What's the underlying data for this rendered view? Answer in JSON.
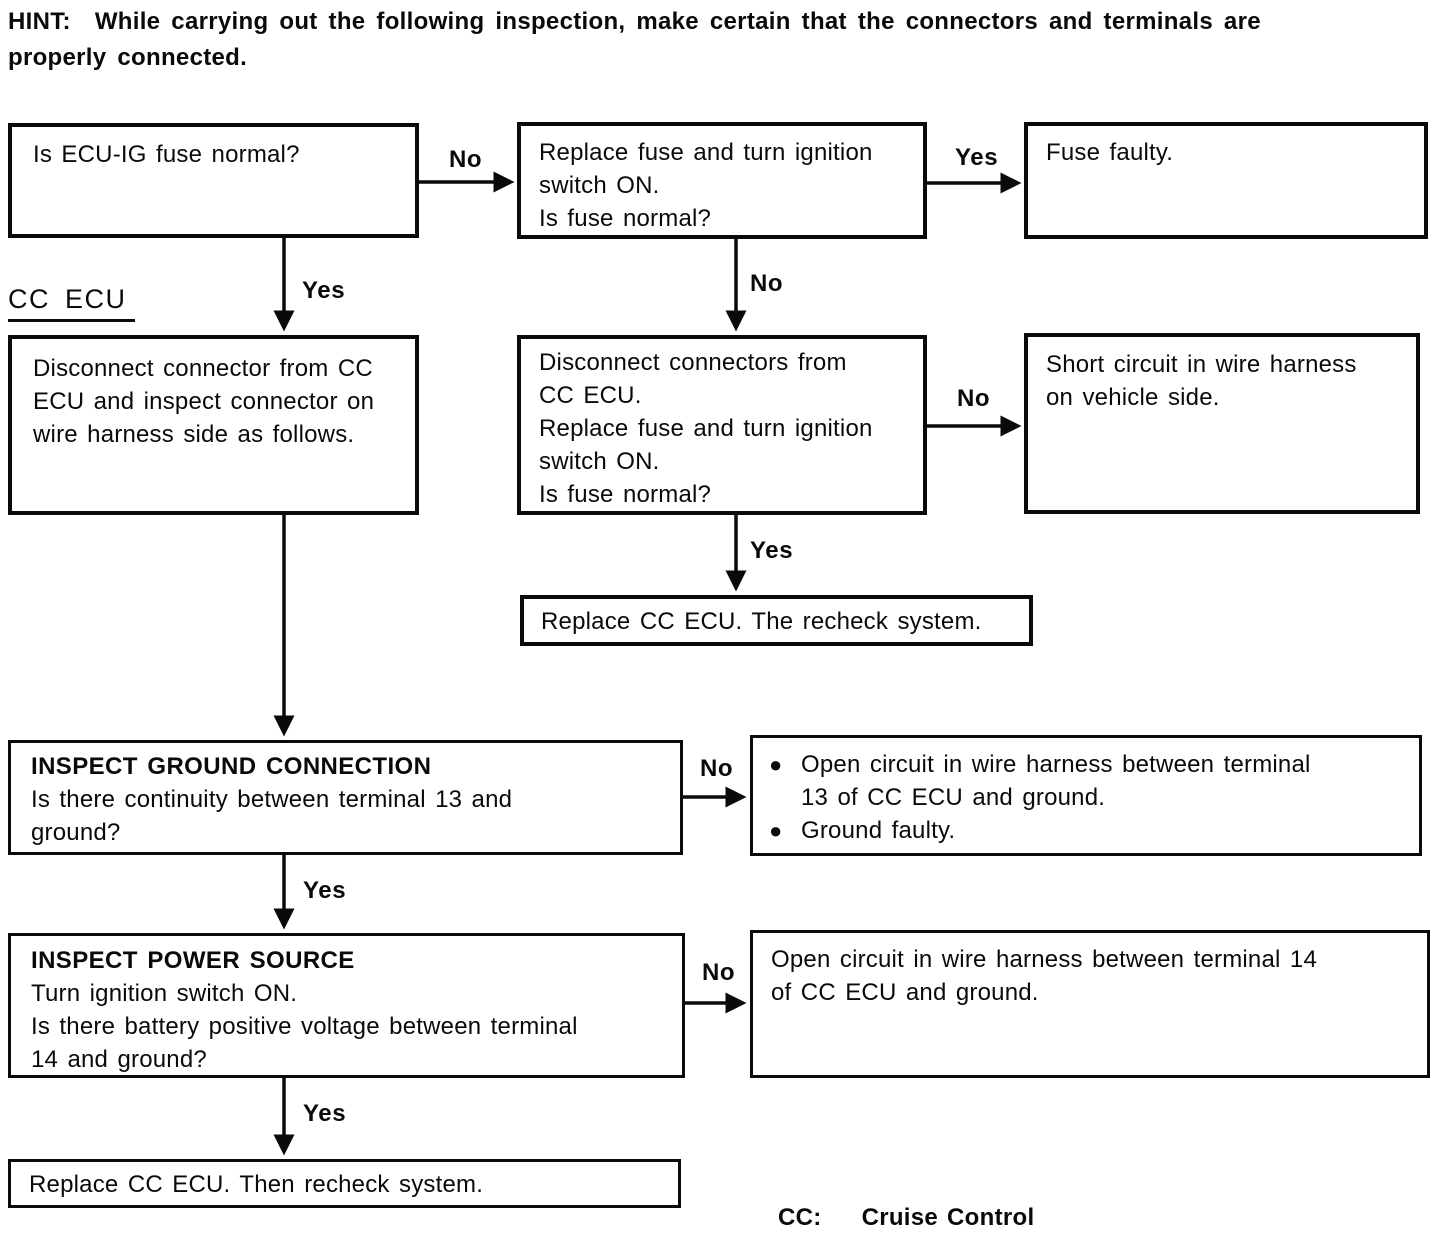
{
  "header": {
    "hint_label": "HINT:",
    "line1": "While carrying out the following inspection, make certain that the connectors and terminals are",
    "line2": "properly connected."
  },
  "section": {
    "label": "CC ECU"
  },
  "connector_labels": {
    "yes": "Yes",
    "no": "No"
  },
  "boxes": {
    "fuse_check": {
      "lines": [
        "Is ECU-IG fuse normal?"
      ]
    },
    "replace_fuse": {
      "lines": [
        "Replace fuse and turn ignition",
        "switch ON.",
        "Is fuse normal?"
      ]
    },
    "fuse_faulty": {
      "lines": [
        "Fuse faulty."
      ]
    },
    "disconnect_inspect": {
      "lines": [
        "Disconnect connector from CC",
        "ECU and inspect connector on",
        "wire harness side as follows."
      ]
    },
    "disconnect_replace": {
      "lines": [
        "Disconnect connectors from",
        "CC ECU.",
        "Replace fuse and turn ignition",
        "switch ON.",
        "Is fuse normal?"
      ]
    },
    "short_circuit": {
      "lines": [
        "Short circuit in wire harness",
        "on vehicle side."
      ]
    },
    "replace_recheck": {
      "lines": [
        "Replace CC ECU. The recheck system."
      ]
    },
    "inspect_ground": {
      "title": "INSPECT GROUND CONNECTION",
      "lines": [
        "Is there continuity between terminal 13 and",
        "ground?"
      ]
    },
    "open_circuit_13": {
      "items": [
        {
          "lines": [
            "Open circuit in wire harness between terminal",
            "13 of CC ECU and ground."
          ]
        },
        {
          "lines": [
            "Ground faulty."
          ]
        }
      ]
    },
    "inspect_power": {
      "title": "INSPECT POWER SOURCE",
      "lines": [
        "Turn ignition switch ON.",
        "Is there battery positive voltage between terminal",
        "14 and ground?"
      ]
    },
    "open_circuit_14": {
      "lines": [
        "Open circuit in wire harness between terminal 14",
        "of CC ECU and ground."
      ]
    },
    "replace_then_recheck": {
      "lines": [
        "Replace CC ECU. Then recheck system."
      ]
    }
  },
  "footnote": {
    "abbr": "CC:",
    "meaning": "Cruise Control"
  }
}
